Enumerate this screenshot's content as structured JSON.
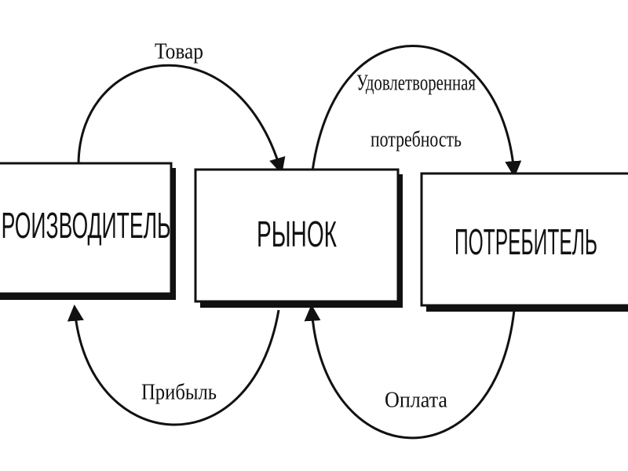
{
  "nodes": {
    "producer": "ПРОИЗВОДИТЕЛЬ",
    "market": "РЫНОК",
    "consumer": "ПОТРЕБИТЕЛЬ"
  },
  "flows": {
    "goods": "Товар",
    "profit": "Прибыль",
    "satisfied_need_line1": "Удовлетворенная",
    "satisfied_need_line2": "потребность",
    "payment": "Оплата"
  }
}
